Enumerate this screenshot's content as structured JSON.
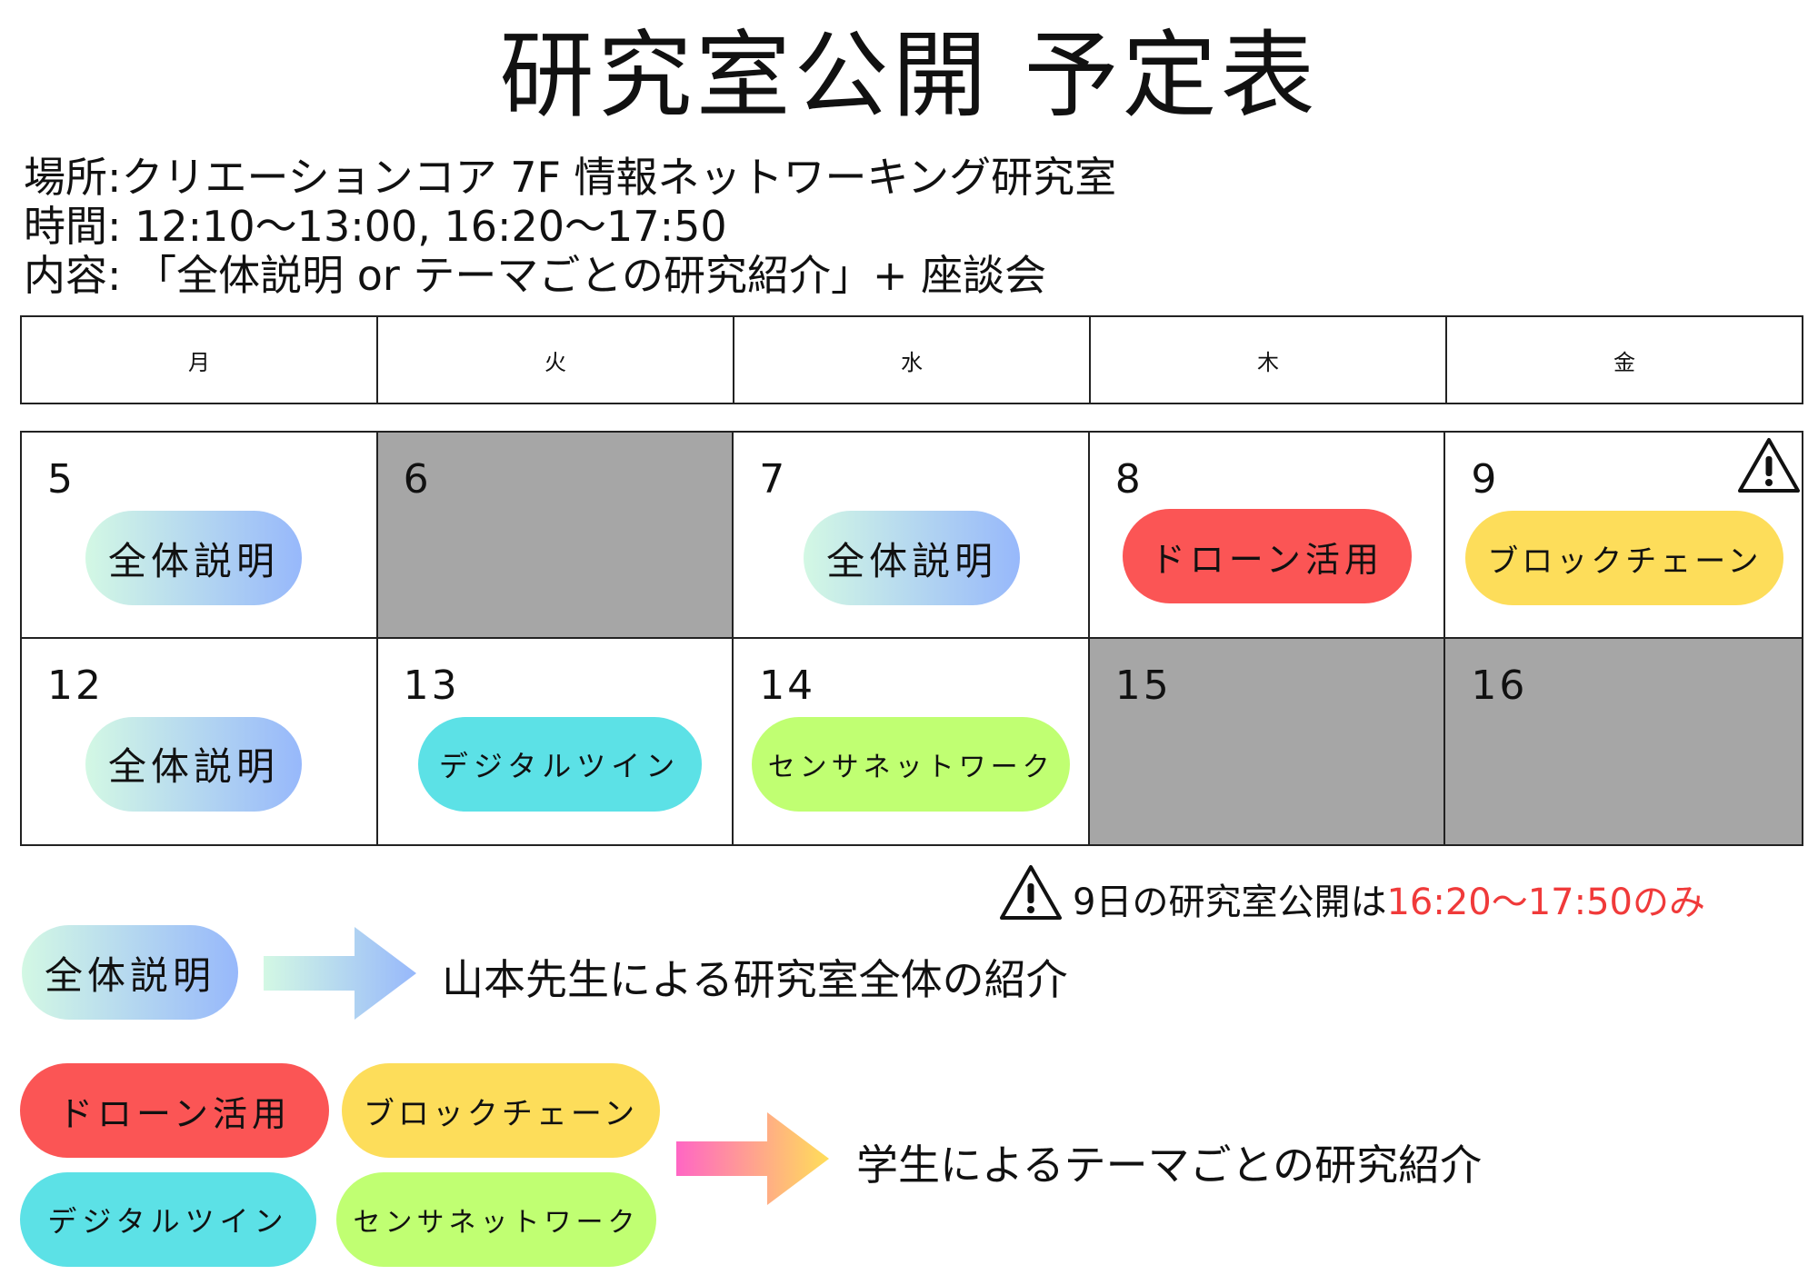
{
  "title": "研究室公開 予定表",
  "info": {
    "place": "場所:クリエーションコア 7F 情報ネットワーキング研究室",
    "time": "時間: 12:10〜13:00, 16:20〜17:50",
    "content": "内容: 「全体説明 or テーマごとの研究紹介」+ 座談会"
  },
  "weekdays": [
    "月",
    "火",
    "水",
    "木",
    "金"
  ],
  "days": [
    {
      "day": "5",
      "event": "全体説明"
    },
    {
      "day": "6",
      "event": null,
      "closed": true
    },
    {
      "day": "7",
      "event": "全体説明"
    },
    {
      "day": "8",
      "event": "ドローン活用"
    },
    {
      "day": "9",
      "event": "ブロックチェーン",
      "warning": true
    },
    {
      "day": "12",
      "event": "全体説明"
    },
    {
      "day": "13",
      "event": "デジタルツイン"
    },
    {
      "day": "14",
      "event": "センサネットワーク"
    },
    {
      "day": "15",
      "event": null,
      "closed": true
    },
    {
      "day": "16",
      "event": null,
      "closed": true
    }
  ],
  "note": {
    "prefix": "9日の研究室公開は",
    "highlight": "16:20〜17:50のみ",
    "highlight_color": "#f03a3a"
  },
  "legend": {
    "intro_label": "全体説明",
    "intro_desc": "山本先生による研究室全体の紹介",
    "themes": [
      "ドローン活用",
      "ブロックチェーン",
      "デジタルツイン",
      "センサネットワーク"
    ],
    "theme_desc": "学生によるテーマごとの研究紹介"
  },
  "colors": {
    "intro_gradient": [
      "#d3f8e4",
      "#97b8fb"
    ],
    "drone": "#fb5555",
    "blockchain": "#fddd5a",
    "twin": "#5ce1e6",
    "sensor": "#c0ff72",
    "closed": "#a6a6a6",
    "theme_arrow_gradient": [
      "#ff66c4",
      "#ffde59"
    ]
  },
  "icons": [
    "warning-icon",
    "arrow-right-icon"
  ]
}
